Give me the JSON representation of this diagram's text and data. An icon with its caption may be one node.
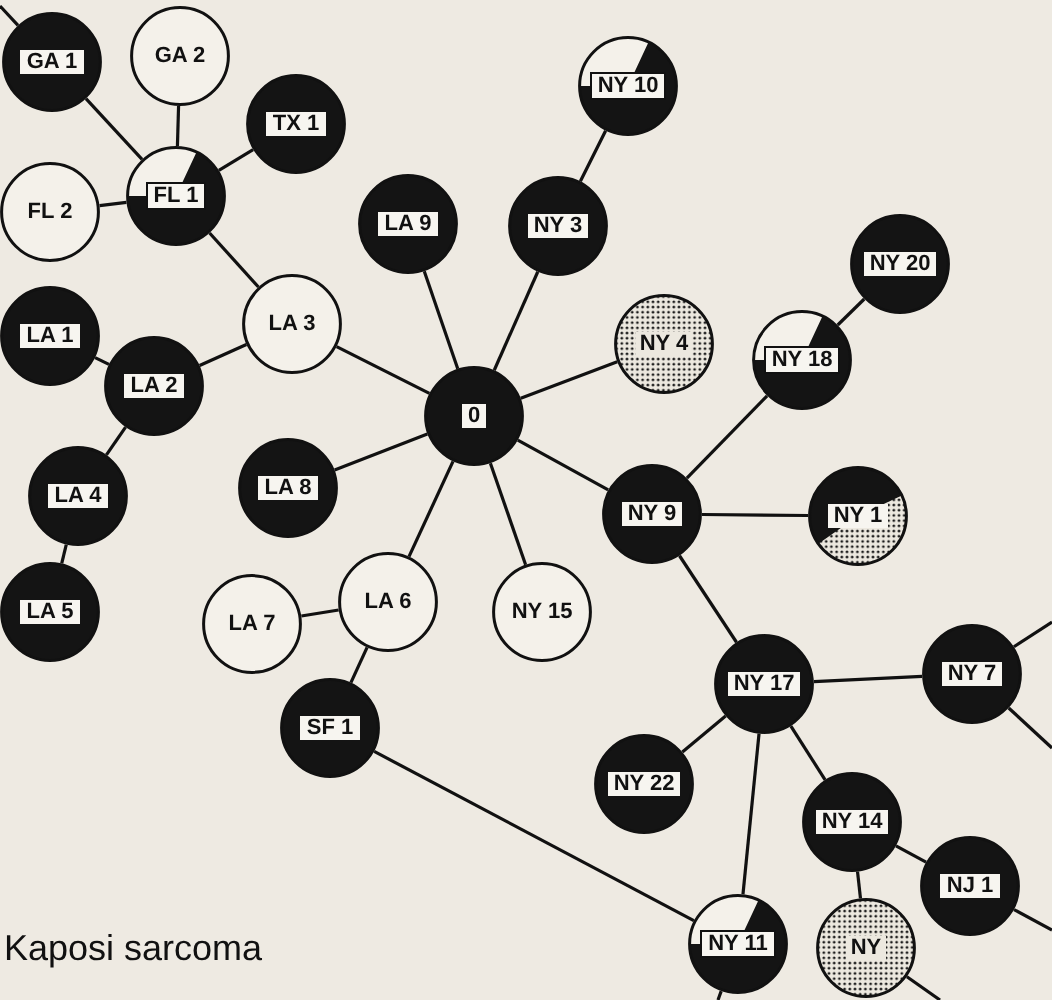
{
  "diagram": {
    "nodes": [
      {
        "text": [
          "GA 1"
        ]
      },
      {
        "text": [
          "GA 2"
        ]
      },
      {
        "text": [
          "NY 10"
        ]
      },
      {
        "text": [
          "TX 1"
        ]
      },
      {
        "text": [
          "FL 1"
        ]
      },
      {
        "text": [
          "FL 2"
        ]
      },
      {
        "text": [
          "LA 9"
        ]
      },
      {
        "text": [
          "NY 3"
        ]
      },
      {
        "text": [
          "NY 20"
        ]
      },
      {
        "text": [
          "LA 3"
        ]
      },
      {
        "text": [
          "NY 4"
        ]
      },
      {
        "text": [
          "LA 1"
        ]
      },
      {
        "text": [
          "NY 18"
        ]
      },
      {
        "text": [
          "LA 2"
        ]
      },
      {
        "text": [
          "0"
        ]
      },
      {
        "text": [
          "LA 8"
        ]
      },
      {
        "text": [
          "LA 4"
        ]
      },
      {
        "text": [
          "NY 9"
        ]
      },
      {
        "text": [
          "NY 1"
        ]
      },
      {
        "text": [
          "LA 5"
        ]
      },
      {
        "text": [
          "LA 7"
        ]
      },
      {
        "text": [
          "LA 6"
        ]
      },
      {
        "text": [
          "NY 15"
        ]
      },
      {
        "text": [
          "NY 7"
        ]
      },
      {
        "text": [
          "NY 17"
        ]
      },
      {
        "text": [
          "SF 1"
        ]
      },
      {
        "text": [
          "NY 22"
        ]
      },
      {
        "text": [
          "NY 14"
        ]
      },
      {
        "text": [
          "NJ 1"
        ]
      },
      {
        "text": [
          "NY 11"
        ]
      },
      {
        "text": [
          "NY"
        ]
      }
    ],
    "edges": [
      {
        "from": 0,
        "to": null,
        "arrow": "none"
      },
      {
        "from": 0,
        "to": 4,
        "arrow": "none"
      },
      {
        "from": 1,
        "to": 4,
        "arrow": "none"
      },
      {
        "from": 3,
        "to": 4,
        "arrow": "none"
      },
      {
        "from": 5,
        "to": 4,
        "arrow": "none"
      },
      {
        "from": 4,
        "to": 9,
        "arrow": "none"
      },
      {
        "from": 9,
        "to": 13,
        "arrow": "none"
      },
      {
        "from": 9,
        "to": 14,
        "arrow": "none"
      },
      {
        "from": 11,
        "to": 13,
        "arrow": "none"
      },
      {
        "from": 13,
        "to": 16,
        "arrow": "none"
      },
      {
        "from": 16,
        "to": 19,
        "arrow": "none"
      },
      {
        "from": 6,
        "to": 14,
        "arrow": "none"
      },
      {
        "from": 2,
        "to": 7,
        "arrow": "none"
      },
      {
        "from": 7,
        "to": 14,
        "arrow": "none"
      },
      {
        "from": 14,
        "to": 10,
        "arrow": "none"
      },
      {
        "from": 15,
        "to": 14,
        "arrow": "none"
      },
      {
        "from": 14,
        "to": 17,
        "arrow": "none"
      },
      {
        "from": 14,
        "to": 21,
        "arrow": "none"
      },
      {
        "from": 14,
        "to": 22,
        "arrow": "none"
      },
      {
        "from": 20,
        "to": 21,
        "arrow": "none"
      },
      {
        "from": 21,
        "to": 25,
        "arrow": "none"
      },
      {
        "from": 25,
        "to": 29,
        "arrow": "none"
      },
      {
        "from": 17,
        "to": 12,
        "arrow": "none"
      },
      {
        "from": 12,
        "to": 8,
        "arrow": "none"
      },
      {
        "from": 17,
        "to": 18,
        "arrow": "none"
      },
      {
        "from": 17,
        "to": 24,
        "arrow": "none"
      },
      {
        "from": 24,
        "to": 23,
        "arrow": "none"
      },
      {
        "from": 24,
        "to": 26,
        "arrow": "none"
      },
      {
        "from": 24,
        "to": 29,
        "arrow": "none"
      },
      {
        "from": 24,
        "to": 27,
        "arrow": "none"
      },
      {
        "from": 27,
        "to": 28,
        "arrow": "none"
      },
      {
        "from": 27,
        "to": 30,
        "arrow": "none"
      },
      {
        "from": 23,
        "to": null,
        "arrow": "none"
      },
      {
        "from": 23,
        "to": null,
        "arrow": "none"
      },
      {
        "from": 28,
        "to": null,
        "arrow": "none"
      },
      {
        "from": 30,
        "to": null,
        "arrow": "none"
      },
      {
        "from": 29,
        "to": null,
        "arrow": "none"
      }
    ],
    "labels": [
      "Kaposi sarcoma"
    ]
  }
}
